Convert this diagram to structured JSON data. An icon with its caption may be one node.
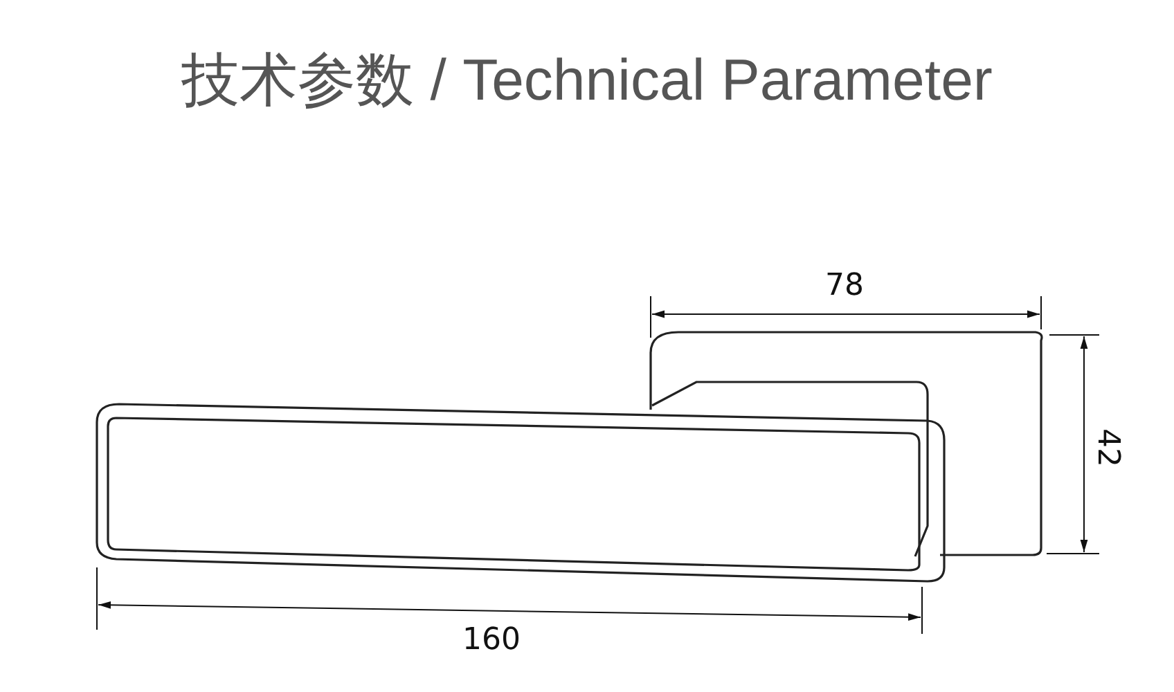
{
  "diagram": {
    "title": "技术参数 / Technical Parameter",
    "labels": [
      "78",
      "42",
      "160"
    ]
  }
}
